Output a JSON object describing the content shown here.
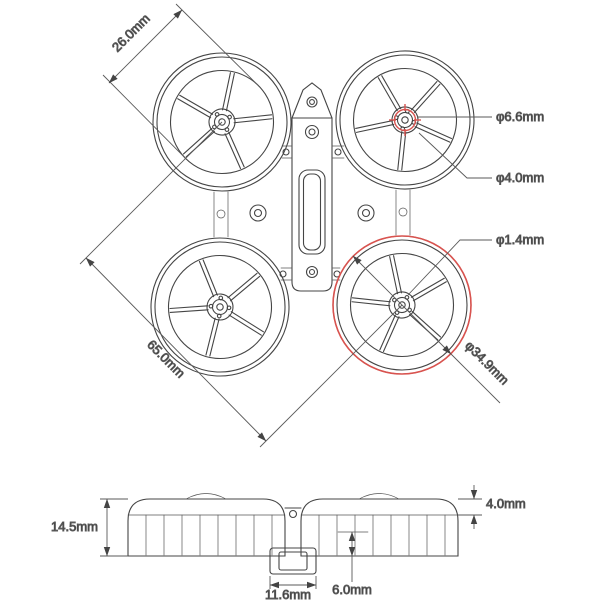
{
  "figure": {
    "kind": "technical-dimension-drawing",
    "subject": "quadcopter whoop frame, top view and side view"
  },
  "dims": {
    "duct_inner": "26.0mm",
    "hub": "φ6.6mm",
    "shaft": "φ4.0mm",
    "hole": "φ1.4mm",
    "wheelbase": "65.0mm",
    "duct_outer": "φ34.9mm",
    "height": "14.5mm",
    "lip": "4.0mm",
    "motor_height": "6.0mm",
    "camera_width": "11.6mm"
  },
  "colors": {
    "line": "#454545",
    "dimension": "#5a5a5a",
    "text": "#1a1a1a",
    "highlight": "#d9534f",
    "background": "#ffffff"
  }
}
